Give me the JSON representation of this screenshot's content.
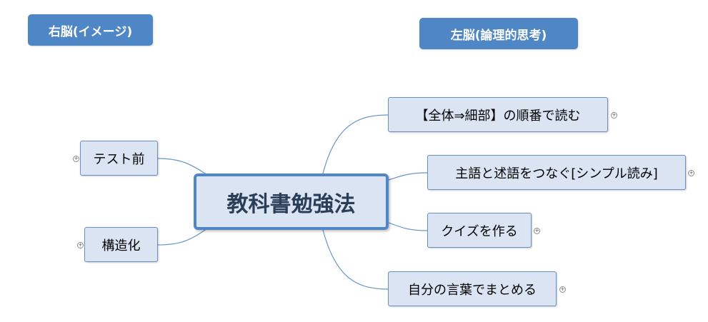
{
  "labels": {
    "right_brain": "右脳(イメージ)",
    "left_brain": "左脳(論理的思考)"
  },
  "central": {
    "text": "教科書勉強法"
  },
  "left_nodes": [
    {
      "text": "テスト前"
    },
    {
      "text": "構造化"
    }
  ],
  "right_nodes": [
    {
      "text": "【全体⇒細部】の順番で読む"
    },
    {
      "text": "主語と述語をつなぐ[シンプル読み]"
    },
    {
      "text": "クイズを作る"
    },
    {
      "text": "自分の言葉でまとめる"
    }
  ],
  "expand_icon": {
    "glyph": "+",
    "name": "expand-icon"
  },
  "colors": {
    "label_bg": "#4f86c6",
    "node_bg": "#dbe4f2",
    "node_border": "#6b8fc1",
    "central_border": "#4f86c6",
    "connector": "#6a96c8"
  }
}
